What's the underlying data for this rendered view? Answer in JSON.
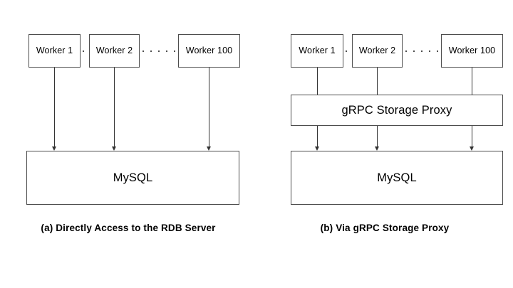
{
  "figures": [
    {
      "id": "a",
      "caption": "(a) Directly Access to the RDB Server",
      "workers": [
        {
          "label": "Worker 1"
        },
        {
          "label": "Worker 2"
        },
        {
          "label": "Worker 100"
        }
      ],
      "database": {
        "label": "MySQL"
      },
      "proxy": null,
      "ellipsis_dot_count": 5,
      "connector_style": "arrow",
      "colors": {
        "box_border": "#4d4d4d",
        "box_fill": "#ffffff",
        "connector": "#333333",
        "text": "#000000",
        "background": "#ffffff"
      }
    },
    {
      "id": "b",
      "caption": "(b) Via gRPC Storage Proxy",
      "workers": [
        {
          "label": "Worker 1"
        },
        {
          "label": "Worker 2"
        },
        {
          "label": "Worker 100"
        }
      ],
      "proxy": {
        "label": "gRPC Storage Proxy"
      },
      "database": {
        "label": "MySQL"
      },
      "ellipsis_dot_count": 5,
      "connector_style": "line-then-arrow",
      "colors": {
        "box_border": "#4d4d4d",
        "box_fill": "#ffffff",
        "connector": "#333333",
        "text": "#000000",
        "background": "#ffffff"
      }
    }
  ]
}
